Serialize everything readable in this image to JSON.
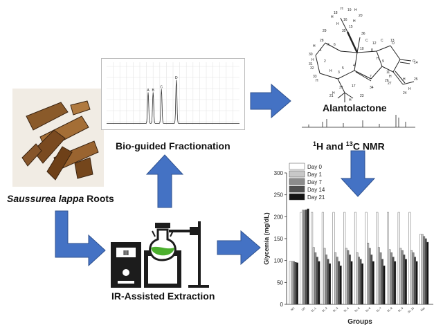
{
  "labels": {
    "roots_italic": "Saussurea lappa",
    "roots_rest": " Roots",
    "fractionation": "Bio-guided Fractionation",
    "nmr_h": "H and ",
    "nmr_c": "C NMR",
    "nmr_sup1": "1",
    "nmr_sup2": "13",
    "compound": "Alantolactone",
    "extraction": "IR-Assisted Extraction"
  },
  "hplc": {
    "peak_labels": [
      "A",
      "B",
      "C",
      "D"
    ],
    "peak_times": [
      12.5,
      14.0,
      16.5,
      21.0
    ],
    "peak_heights": [
      0.3,
      0.3,
      0.33,
      0.42
    ]
  },
  "structure_atoms": [
    "19",
    "18",
    "16",
    "15",
    "20",
    "H",
    "H",
    "H",
    "H",
    "H",
    "29",
    "36",
    "28",
    "35",
    "12",
    "13",
    "30",
    "1",
    "2",
    "8",
    "9",
    "O",
    "O",
    "10",
    "14",
    "11",
    "3",
    "4",
    "7",
    "31",
    "6",
    "5",
    "33",
    "32",
    "34",
    "26",
    "27",
    "25",
    "37",
    "21",
    "24",
    "17",
    "23",
    "22",
    "H",
    "H",
    "H",
    "H",
    "H",
    "H",
    "H",
    "H",
    "H",
    "H",
    "H",
    "C",
    "C"
  ],
  "extraction_device": {
    "display_text": "III"
  },
  "colors": {
    "arrow_fill": "#4472c4",
    "arrow_stroke": "#2f528f",
    "flask_liquid": "#4caf2e",
    "device_body": "#1c1c1c"
  },
  "chart_data": {
    "type": "bar",
    "ylabel": "Glycemia (mg/dL)",
    "xlabel": "Groups",
    "ylim": [
      0,
      300
    ],
    "yticks": [
      0,
      50,
      100,
      150,
      200,
      250,
      300
    ],
    "legend_position": "top-left",
    "categories": [
      "NC",
      "DC",
      "SL-1",
      "SL-2",
      "SL-3",
      "SL-4",
      "SL-5",
      "SL-6",
      "SL-7",
      "SL-8",
      "SL-9",
      "SL-10",
      "Met"
    ],
    "series": [
      {
        "name": "Day 0",
        "color": "#ffffff",
        "values": [
          98,
          210,
          210,
          210,
          210,
          210,
          210,
          210,
          210,
          210,
          210,
          210,
          160
        ]
      },
      {
        "name": "Day 1",
        "color": "#c8c8c8",
        "values": [
          98,
          215,
          130,
          128,
          118,
          128,
          118,
          140,
          130,
          125,
          128,
          123,
          160
        ]
      },
      {
        "name": "Day 7",
        "color": "#8c8c8c",
        "values": [
          98,
          215,
          118,
          113,
          108,
          123,
          108,
          128,
          118,
          118,
          123,
          118,
          155
        ]
      },
      {
        "name": "Day 14",
        "color": "#505050",
        "values": [
          96,
          216,
          108,
          103,
          98,
          113,
          103,
          113,
          103,
          108,
          113,
          108,
          150
        ]
      },
      {
        "name": "Day 21",
        "color": "#141414",
        "values": [
          95,
          218,
          98,
          93,
          88,
          98,
          93,
          98,
          88,
          98,
          103,
          98,
          142
        ]
      }
    ]
  }
}
